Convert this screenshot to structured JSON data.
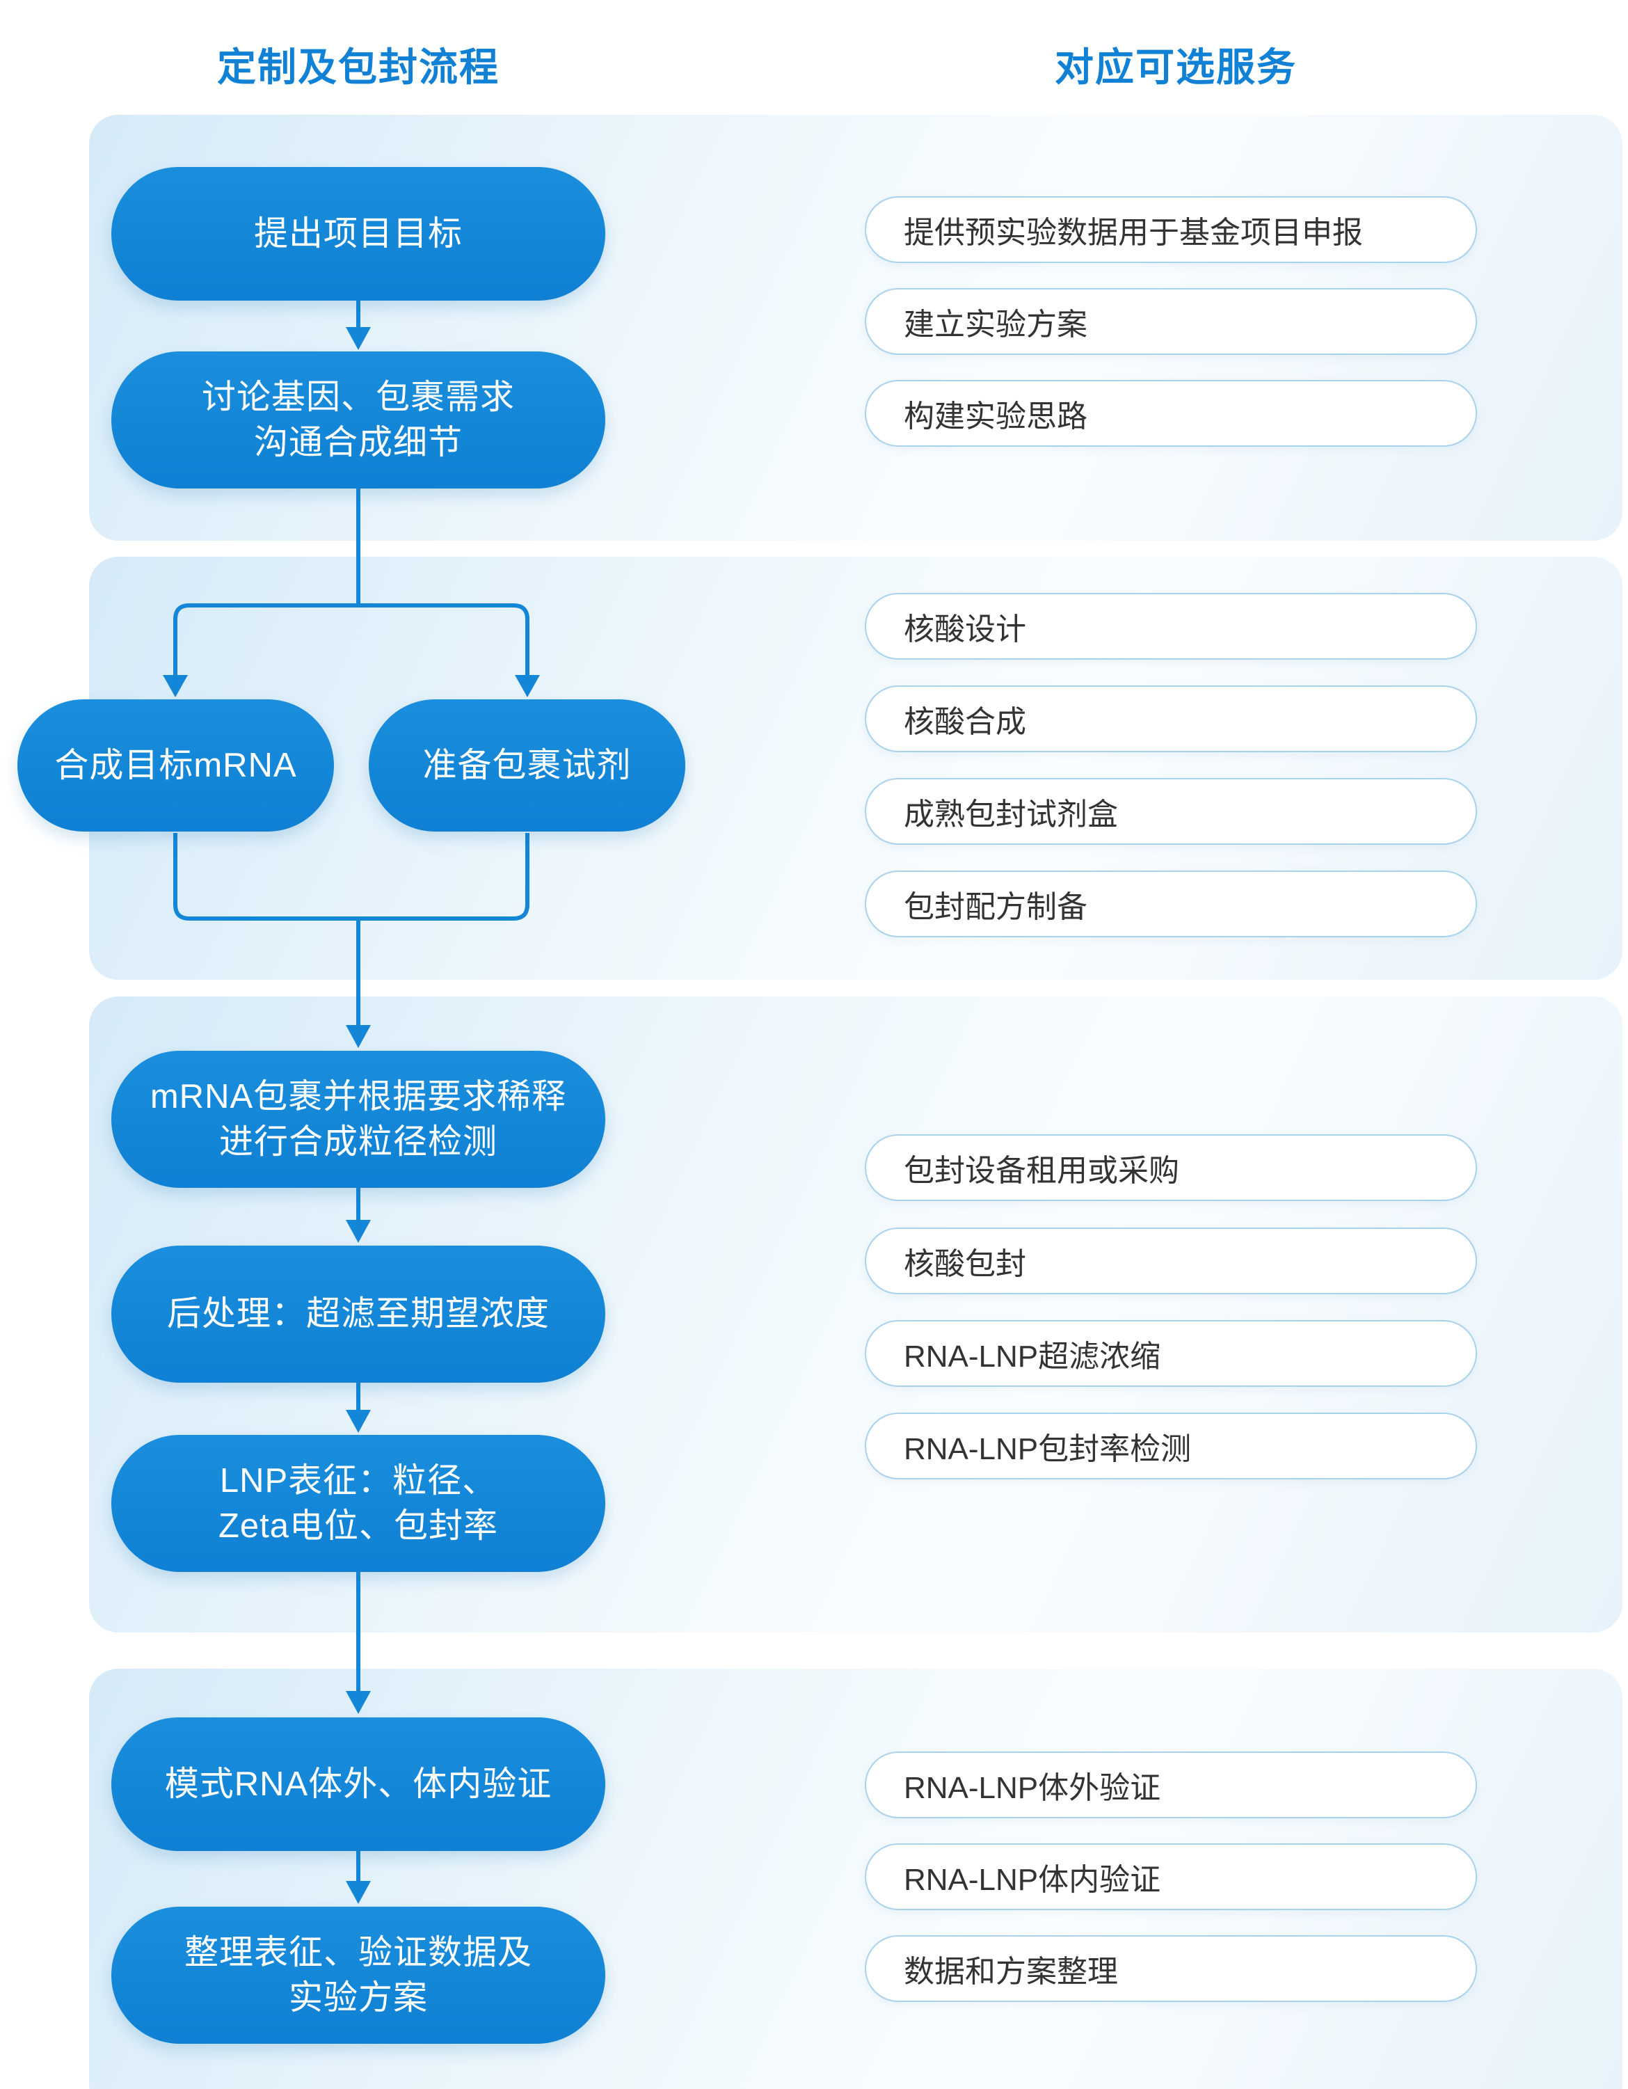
{
  "headers": {
    "left": "定制及包封流程",
    "right": "对应可选服务"
  },
  "flow": {
    "step1": {
      "label": "提出项目目标"
    },
    "step2": {
      "line1": "讨论基因、包裹需求",
      "line2": "沟通合成细节"
    },
    "branch_left": {
      "label": "合成目标mRNA"
    },
    "branch_right": {
      "label": "准备包裹试剂"
    },
    "step3": {
      "line1": "mRNA包裹并根据要求稀释",
      "line2": "进行合成粒径检测"
    },
    "step4": {
      "label": "后处理：超滤至期望浓度"
    },
    "step5": {
      "line1": "LNP表征：粒径、",
      "line2": "Zeta电位、包封率"
    },
    "step6": {
      "label": "模式RNA体外、体内验证"
    },
    "step7": {
      "line1": "整理表征、验证数据及",
      "line2": "实验方案"
    }
  },
  "services": {
    "group1": [
      "提供预实验数据用于基金项目申报",
      "建立实验方案",
      "构建实验思路"
    ],
    "group2": [
      "核酸设计",
      "核酸合成",
      "成熟包封试剂盒",
      "包封配方制备"
    ],
    "group3": [
      "包封设备租用或采购",
      "核酸包封",
      "RNA-LNP超滤浓缩",
      "RNA-LNP包封率检测"
    ],
    "group4": [
      "RNA-LNP体外验证",
      "RNA-LNP体内验证",
      "数据和方案整理"
    ]
  },
  "colors": {
    "primary_blue": "#1486d8",
    "header_blue": "#1181d5",
    "panel_light_blue": "#d5eaf8",
    "service_border": "#a9d2ec",
    "service_text": "#333333",
    "node_text": "#ffffff"
  }
}
